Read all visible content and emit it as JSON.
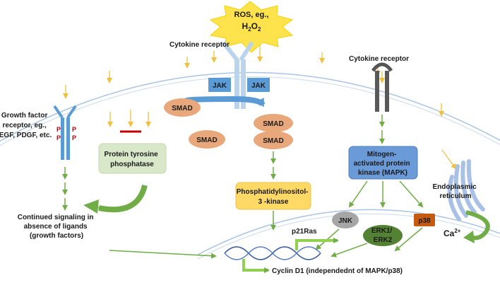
{
  "stimulus": {
    "line1": "ROS, eg.,",
    "line2_main": "H",
    "line2_sub1": "2",
    "line2_mid": "O",
    "line2_sub2": "2"
  },
  "receptors": {
    "cytokine_left": "Cytokine receptor",
    "cytokine_right": "Cytokine receptor",
    "growth_factor": [
      "Growth factor",
      "receptor, eg.,",
      "EGF, PDGF, etc."
    ],
    "phospho_mark": "P"
  },
  "jak": {
    "left": "JAK",
    "right": "JAK"
  },
  "smad": {
    "label": "SMAD"
  },
  "boxes": {
    "ptp": [
      "Protein tyrosine",
      "phosphatase"
    ],
    "pi3k": [
      "Phosphatidylinositol-",
      "3 -kinase"
    ],
    "mapk": [
      "Mitogen-",
      "activated protein",
      "kinase (MAPK)"
    ]
  },
  "kinases": {
    "jnk": "JNK",
    "erk": [
      "ERK1/",
      "ERK2"
    ],
    "p38": "p38"
  },
  "er": [
    "Endoplasmic",
    "reticulum"
  ],
  "calcium": {
    "main": "Ca",
    "sup": "2+"
  },
  "signaling": [
    "Continued signaling in",
    "absence of ligands",
    "(growth factors)"
  ],
  "p21ras": "p21Ras",
  "cyclin": "Cyclin D1 (independednt of MAPK/p38)",
  "colors": {
    "arrow_green": "#70ad47",
    "ros_arrow": "#f0c040",
    "smad": "#e8a87c",
    "jak": "#5b9bd5",
    "mapk_box": "#6a9bd8",
    "pi3k_box": "#ffd966",
    "ptp_box": "#d9e8c9",
    "jnk": "#a6a6a6",
    "erk": "#548235",
    "p38": "#c55a11",
    "inhibit": "#c00000",
    "star": "#ffe34d"
  }
}
